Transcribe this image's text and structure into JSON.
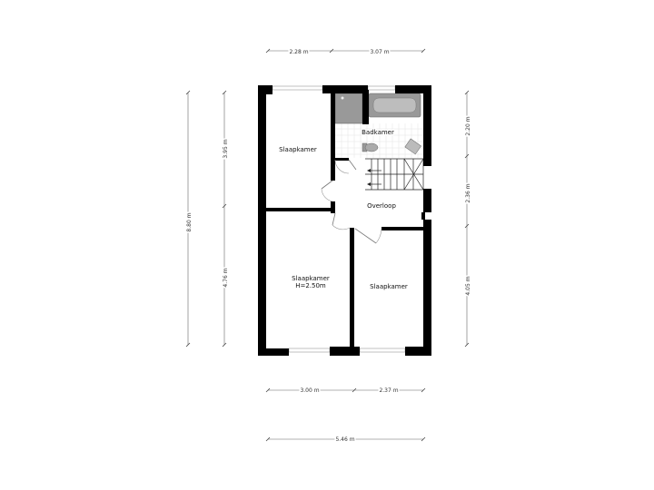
{
  "rooms": {
    "bedroom_top_left": "Slaapkamer",
    "bathroom": "Badkamer",
    "landing": "Overloop",
    "bedroom_bottom_left_name": "Slaapkamer",
    "bedroom_bottom_left_height": "H=2.50m",
    "bedroom_bottom_right": "Slaapkamer"
  },
  "dimensions": {
    "top_left": "2.28 m",
    "top_right": "3.07 m",
    "left_total": "8.80 m",
    "left_upper": "3.95 m",
    "left_lower": "4.76 m",
    "right_upper": "2.20 m",
    "right_middle": "2.36 m",
    "right_lower": "4.05 m",
    "bottom_left": "3.00 m",
    "bottom_right": "2.37 m",
    "bottom_total": "5.46 m"
  }
}
